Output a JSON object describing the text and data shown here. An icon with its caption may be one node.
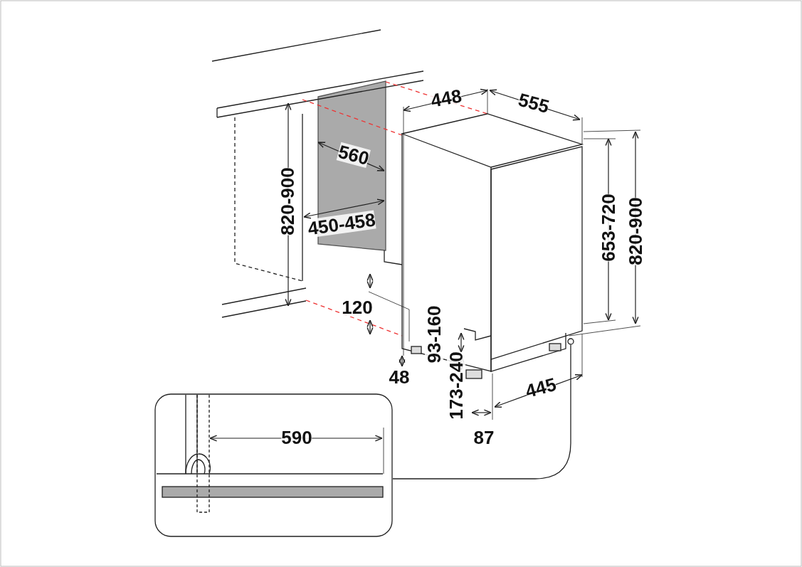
{
  "diagram": {
    "nodes": [
      {
        "text": [],
        "shape": "circle"
      },
      {
        "text": [],
        "shape": "box"
      }
    ],
    "edges": [
      {
        "from": 0,
        "to": 1,
        "arrow": "none"
      }
    ],
    "labels": [
      "448",
      "555",
      "560",
      "820-900",
      "653-720",
      "820-900",
      "450-458",
      "120",
      "93-160",
      "48",
      "445",
      "173-240",
      "590",
      "87"
    ]
  }
}
